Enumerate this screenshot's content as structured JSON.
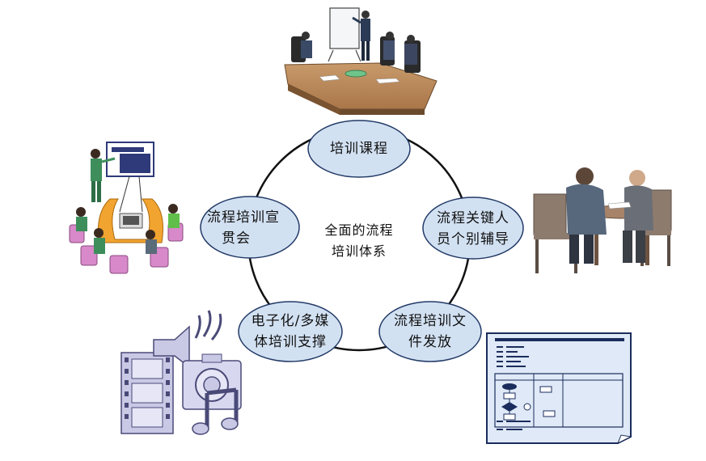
{
  "diagram": {
    "center": {
      "line1": "全面的流程",
      "line2": "培训体系"
    },
    "nodes": [
      {
        "id": "course",
        "line1": "培训课程",
        "line2": ""
      },
      {
        "id": "coaching",
        "line1": "流程关键人",
        "line2": "员个别辅导"
      },
      {
        "id": "documents",
        "line1": "流程培训文",
        "line2": "件发放"
      },
      {
        "id": "multimedia",
        "line1": "电子化/多媒",
        "line2": "体培训支撑"
      },
      {
        "id": "seminar",
        "line1": "流程培训宣",
        "line2": "贯会"
      }
    ],
    "colors": {
      "node_fill": "#d2e1f2",
      "node_stroke": "#223a66",
      "ring_stroke": "#111111"
    },
    "illustrations": [
      {
        "name": "presentation-meeting-illustration"
      },
      {
        "name": "one-on-one-coaching-illustration"
      },
      {
        "name": "process-document-illustration"
      },
      {
        "name": "multimedia-illustration"
      },
      {
        "name": "training-seminar-illustration"
      }
    ]
  }
}
